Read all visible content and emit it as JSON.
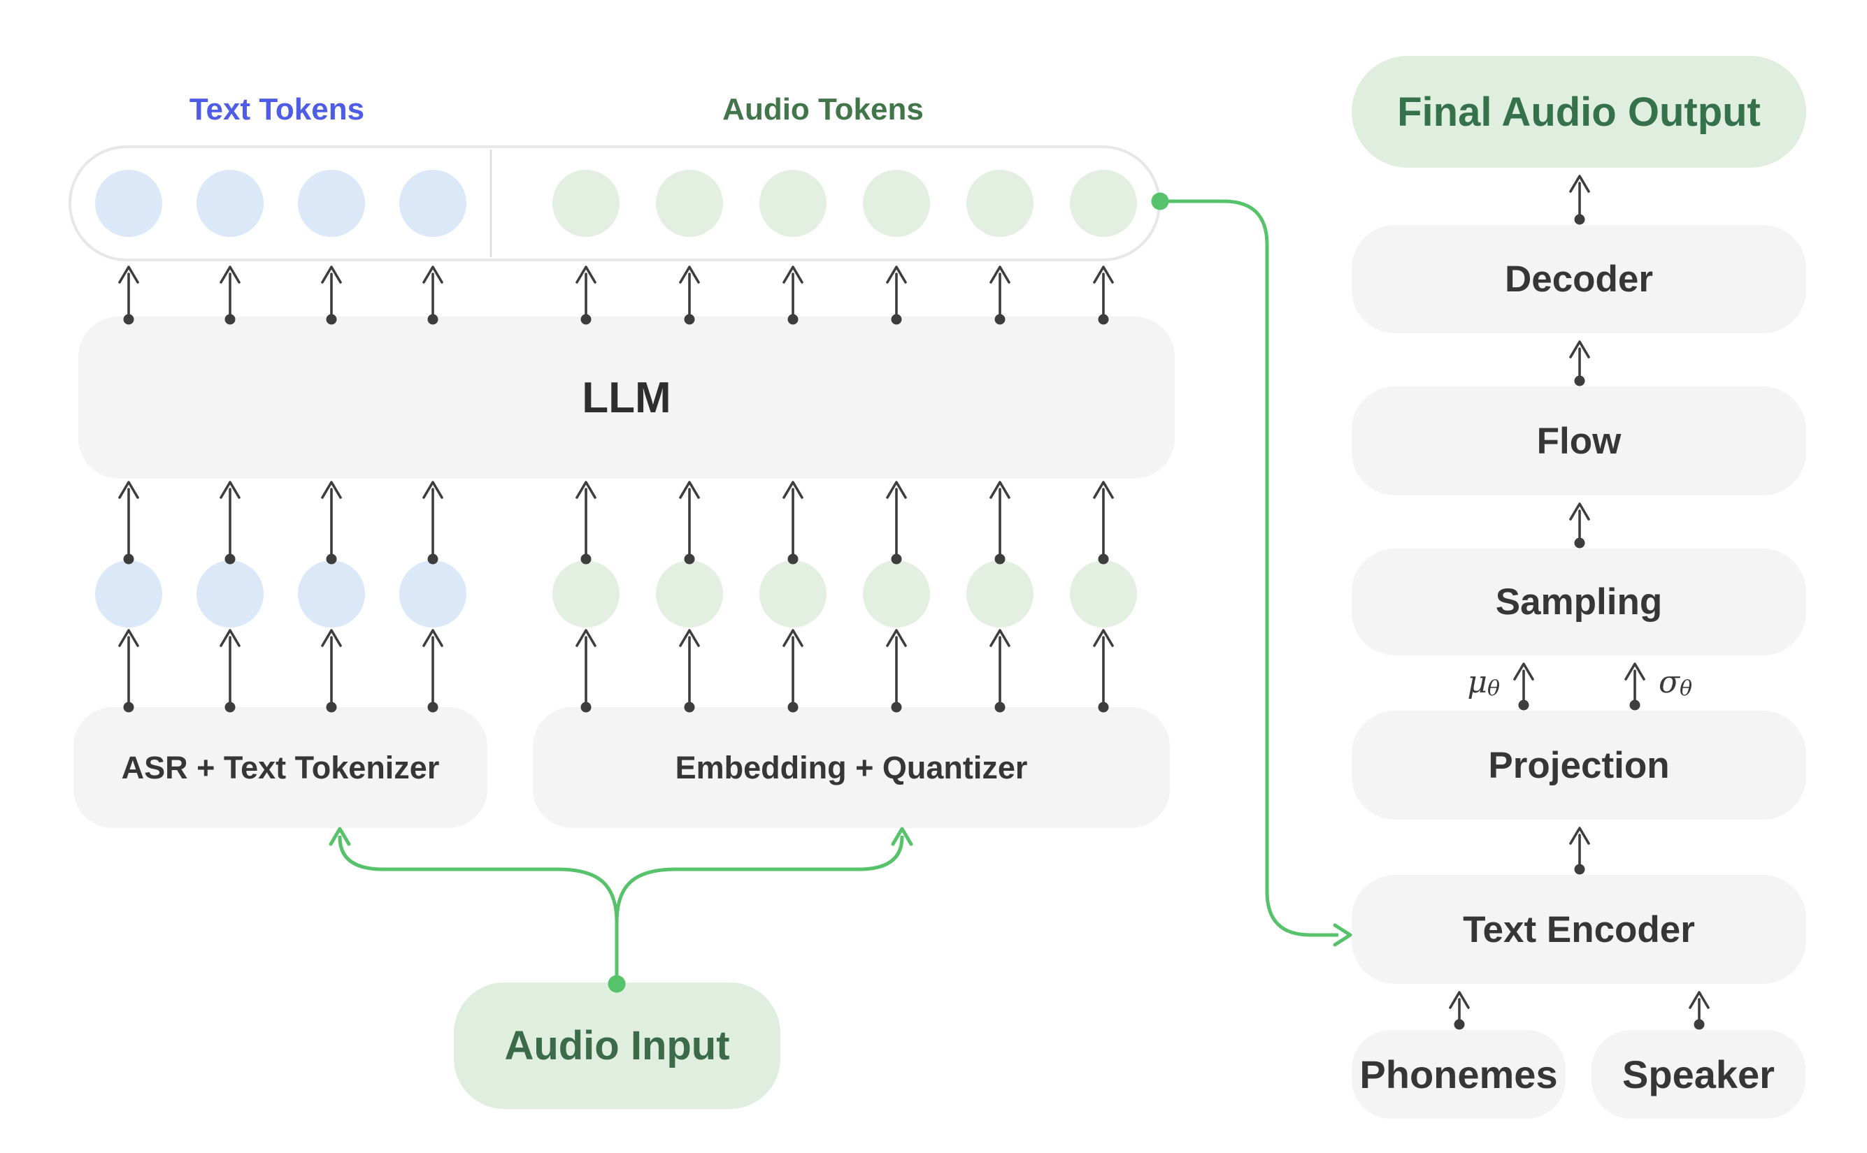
{
  "title": "Speech LLM + TTS pipeline diagram",
  "labels": {
    "text_tokens": "Text Tokens",
    "audio_tokens": "Audio Tokens",
    "llm": "LLM",
    "asr_text_tokenizer": "ASR + Text Tokenizer",
    "embedding_quantizer": "Embedding + Quantizer",
    "audio_input": "Audio Input",
    "final_audio_output": "Final Audio Output",
    "decoder": "Decoder",
    "flow": "Flow",
    "sampling": "Sampling",
    "projection": "Projection",
    "text_encoder": "Text Encoder",
    "phonemes": "Phonemes",
    "speaker": "Speaker",
    "mu": "μ",
    "sigma": "σ",
    "theta_sub": "θ"
  },
  "tokens": {
    "text_count": 4,
    "audio_count": 6
  },
  "colors": {
    "background": "#ffffff",
    "gray_box_fill": "#f4f4f4",
    "green_pill_fill": "#dfeede",
    "text_token_circle": "#dbe8f8",
    "audio_token_circle": "#e2efe1",
    "token_container_border": "#e7e7e7",
    "token_divider": "#dcdcdc",
    "arrow_dark": "#3d3d3d",
    "accent_green": "#56c36b",
    "text_tokens_label": "#4f5ce6",
    "audio_tokens_label": "#42754a",
    "final_output_text": "#35714b",
    "audio_input_text": "#3c6b4a",
    "box_label_text": "#363636"
  }
}
